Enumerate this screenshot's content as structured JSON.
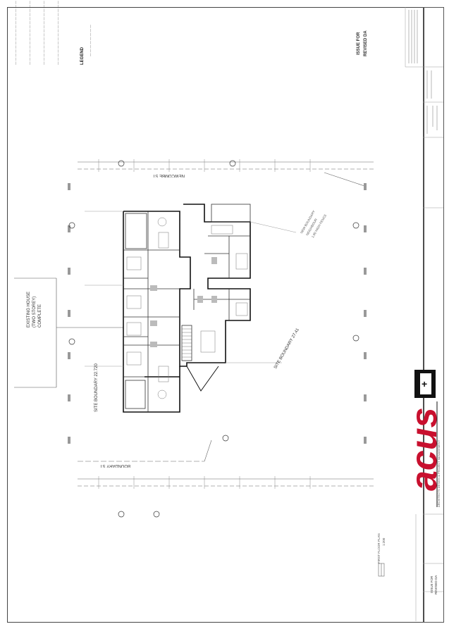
{
  "title_block": {
    "issue_stamp_line1": "ISSUE FOR",
    "issue_stamp_line2": "REVISED DA",
    "issue_stamp_bottom_line1": "ISSUE FOR",
    "issue_stamp_bottom_line2": "REVISED DA",
    "legend_label": "LEGEND",
    "company_logo_text": "acus",
    "company_tagline": "ARCHITECTS DESIGN & PROJECT MANAGEMENT",
    "brand_colors": {
      "logo_red": "#c8102e",
      "logo_black": "#111111"
    }
  },
  "plan": {
    "street_top": "NEWCOMBE ST",
    "street_bottom": "BOUNDARY ST",
    "boundary_left": "SITE BOUNDARY 22.720",
    "boundary_right": "SITE BOUNDARY 27.41",
    "existing_building_left_line1": "EXISTING HOUSE",
    "existing_building_left_line2": "(TWO STOREY)",
    "existing_building_left_line3": "COMPLETE",
    "boundary_diag_1": "NEW BOUNDARY",
    "boundary_diag_2": "NEIGHBOUR",
    "boundary_diag_3": "1.80 HIGH FENCE",
    "scale_note": "FIRST FLOOR PLAN",
    "scale_value": "1:200"
  },
  "icons": {
    "north_arrow": "north-arrow-icon"
  }
}
